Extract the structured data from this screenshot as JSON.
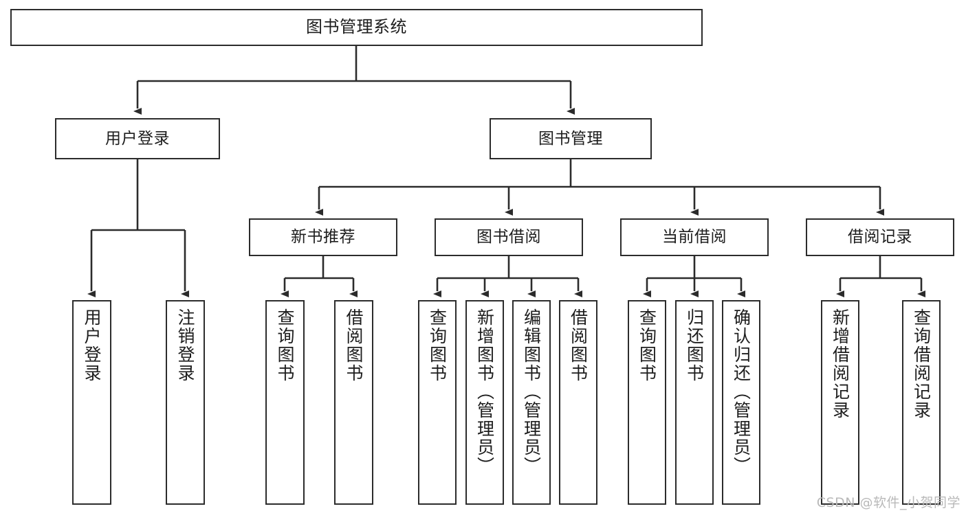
{
  "diagram": {
    "title": "图书管理系统",
    "type": "hierarchy-tree",
    "background_color": "#ffffff",
    "stroke_color": "#2b2b2b",
    "text_color": "#1d1d1d"
  },
  "nodes": {
    "root": {
      "label": "图书管理系统",
      "level": 1
    },
    "level2": [
      {
        "id": "user-login",
        "label": "用户登录"
      },
      {
        "id": "book-manage",
        "label": "图书管理"
      }
    ],
    "level3": [
      {
        "id": "new-book-rec",
        "label": "新书推荐",
        "parent": "book-manage"
      },
      {
        "id": "book-borrow",
        "label": "图书借阅",
        "parent": "book-manage"
      },
      {
        "id": "current-borrow",
        "label": "当前借阅",
        "parent": "book-manage"
      },
      {
        "id": "borrow-record",
        "label": "借阅记录",
        "parent": "book-manage"
      }
    ],
    "leaves": [
      {
        "id": "leaf-user-login",
        "label": "用户登录",
        "parent": "user-login"
      },
      {
        "id": "leaf-logout",
        "label": "注销登录",
        "parent": "user-login"
      },
      {
        "id": "leaf-query-book-1",
        "label": "查询图书",
        "parent": "new-book-rec"
      },
      {
        "id": "leaf-borrow-book-1",
        "label": "借阅图书",
        "parent": "new-book-rec"
      },
      {
        "id": "leaf-query-book-2",
        "label": "查询图书",
        "parent": "book-borrow"
      },
      {
        "id": "leaf-add-book",
        "label": "新增图书（管理员）",
        "parent": "book-borrow"
      },
      {
        "id": "leaf-edit-book",
        "label": "编辑图书（管理员）",
        "parent": "book-borrow"
      },
      {
        "id": "leaf-borrow-book-2",
        "label": "借阅图书",
        "parent": "book-borrow"
      },
      {
        "id": "leaf-query-book-3",
        "label": "查询图书",
        "parent": "current-borrow"
      },
      {
        "id": "leaf-return-book",
        "label": "归还图书",
        "parent": "current-borrow"
      },
      {
        "id": "leaf-confirm-return",
        "label": "确认归还（管理员）",
        "parent": "current-borrow"
      },
      {
        "id": "leaf-add-record",
        "label": "新增借阅记录",
        "parent": "borrow-record"
      },
      {
        "id": "leaf-query-record",
        "label": "查询借阅记录",
        "parent": "borrow-record"
      }
    ]
  },
  "watermark": {
    "text": "CSDN @软件_小贺同学"
  }
}
